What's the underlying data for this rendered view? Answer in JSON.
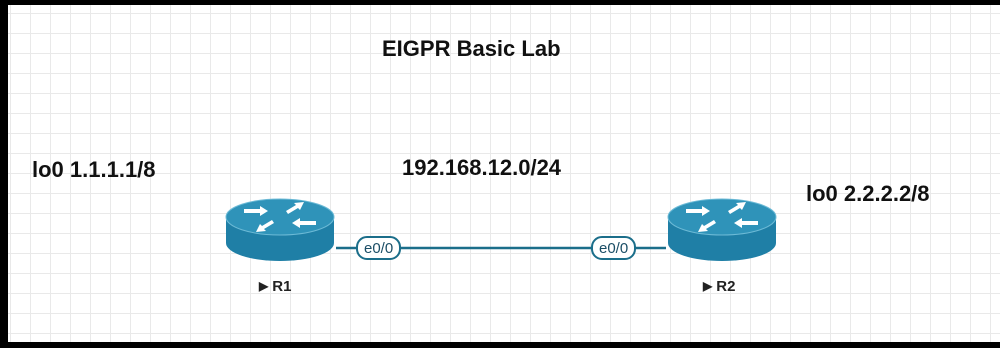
{
  "diagram": {
    "title": "EIGPR Basic Lab",
    "link_subnet": "192.168.12.0/24",
    "nodes": [
      {
        "name": "R1",
        "loopback": "lo0 1.1.1.1/8",
        "interface": "e0/0",
        "icon": "router-icon"
      },
      {
        "name": "R2",
        "loopback": "lo0 2.2.2.2/8",
        "interface": "e0/0",
        "icon": "router-icon"
      }
    ],
    "colors": {
      "router_top": "#2f93b9",
      "router_body": "#1f7fa6",
      "link": "#1b6e8a",
      "grid": "#e9e9e9"
    }
  }
}
